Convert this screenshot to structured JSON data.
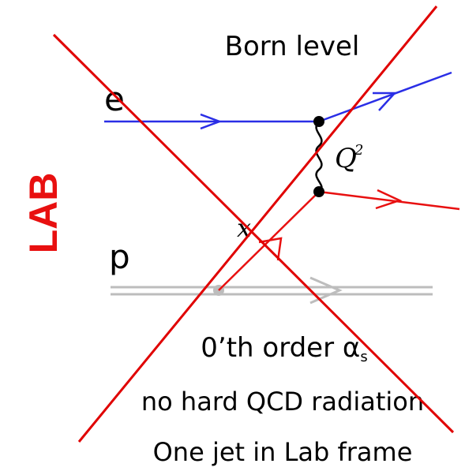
{
  "title": "Born level",
  "frame_label": "LAB",
  "particles": {
    "electron": "e",
    "proton": "p",
    "momentum_fraction": "x",
    "virtuality": "Q",
    "virtuality_exp": "2"
  },
  "captions": {
    "line1_prefix": "0’th order ",
    "line1_symbol": "α",
    "line1_sub": "s",
    "line2": "no hard QCD radiation",
    "line3": "One jet in Lab frame"
  },
  "colors": {
    "electron": "#2a2ee6",
    "quark": "#e81010",
    "proton": "#bdbdbd",
    "cross": "#e00000",
    "frame_label": "#e81010"
  }
}
